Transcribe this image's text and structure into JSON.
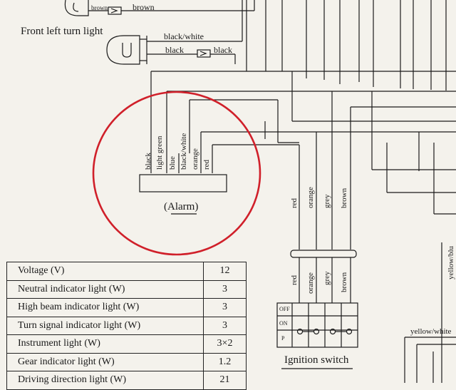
{
  "labels": {
    "brown_small": "brown",
    "brown_right": "brown",
    "front_left_turn_light": "Front left turn light",
    "black_white": "black/white",
    "black_left": "black",
    "black_right": "black",
    "alarm": "(Alarm)",
    "ignition_switch": "Ignition switch",
    "yellow_white": "yellow/white",
    "yellow_blue_partial": "yellow/blu"
  },
  "alarm_wires": [
    "black",
    "light green",
    "blue",
    "black/white",
    "orange",
    "red"
  ],
  "ignition_wires_upper": [
    "red",
    "orange",
    "grey",
    "brown"
  ],
  "ignition_wires_lower": [
    "red",
    "orange",
    "grey",
    "brown"
  ],
  "switch_positions": [
    "OFF",
    "ON",
    "P"
  ],
  "spec_table": {
    "rows": [
      {
        "name": "Voltage (V)",
        "value": "12"
      },
      {
        "name": "Neutral indicator light (W)",
        "value": "3"
      },
      {
        "name": "High beam indicator light (W)",
        "value": "3"
      },
      {
        "name": "Turn signal indicator light (W)",
        "value": "3"
      },
      {
        "name": "Instrument light (W)",
        "value": "3×2"
      },
      {
        "name": "Gear indicator light (W)",
        "value": "1.2"
      },
      {
        "name": "Driving direction light (W)",
        "value": "21"
      }
    ]
  },
  "colors": {
    "line": "#1a1a1a",
    "highlight_circle": "#d0202a",
    "paper": "#f4f2ec"
  }
}
